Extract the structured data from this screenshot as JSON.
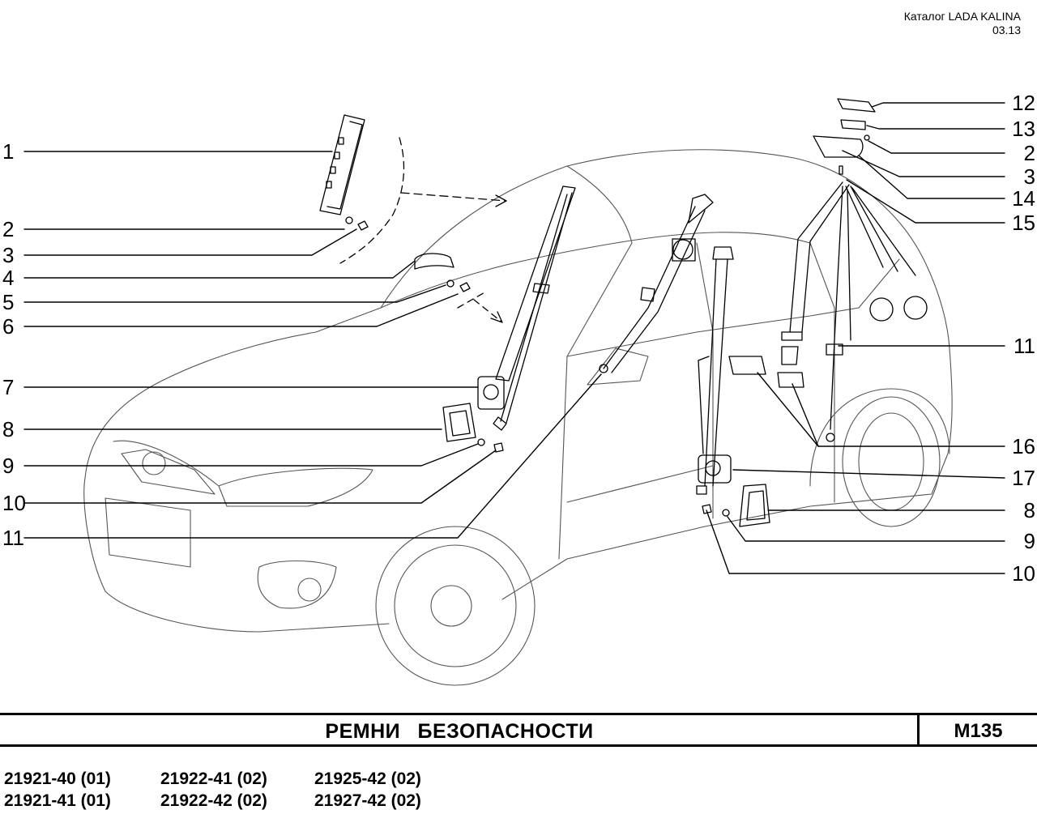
{
  "header": {
    "catalog": "Каталог LADA KALINA",
    "date": "03.13"
  },
  "callouts_left": [
    "1",
    "2",
    "3",
    "4",
    "5",
    "6",
    "7",
    "8",
    "9",
    "10",
    "11"
  ],
  "callouts_right": [
    "12",
    "13",
    "2",
    "3",
    "14",
    "15",
    "11",
    "16",
    "17",
    "8",
    "9",
    "10"
  ],
  "title": {
    "text": "РЕМНИ БЕЗОПАСНОСТИ",
    "code": "M135"
  },
  "models": [
    "21921-40 (01)",
    "21922-41 (02)",
    "21925-42 (02)",
    "21921-41 (01)",
    "21922-42 (02)",
    "21927-42 (02)"
  ]
}
